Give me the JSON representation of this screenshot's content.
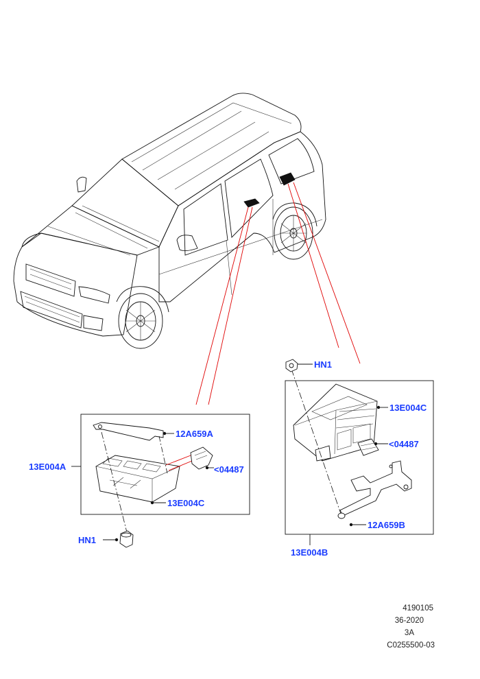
{
  "labels": {
    "hn1_top": "HN1",
    "e004c_right": "13E004C",
    "c04487_right": "<04487",
    "a659b": "12A659B",
    "e004b": "13E004B",
    "a659a": "12A659A",
    "e004a": "13E004A",
    "c04487_left": "<04487",
    "e004c_left": "13E004C",
    "hn1_bottom": "HN1"
  },
  "meta": {
    "line1": "4190105",
    "line2": "36-2020",
    "line3": "3A",
    "line4": "C0255500-03"
  },
  "colors": {
    "label": "#1a3cff",
    "leader": "#e00000",
    "line": "#111111"
  }
}
